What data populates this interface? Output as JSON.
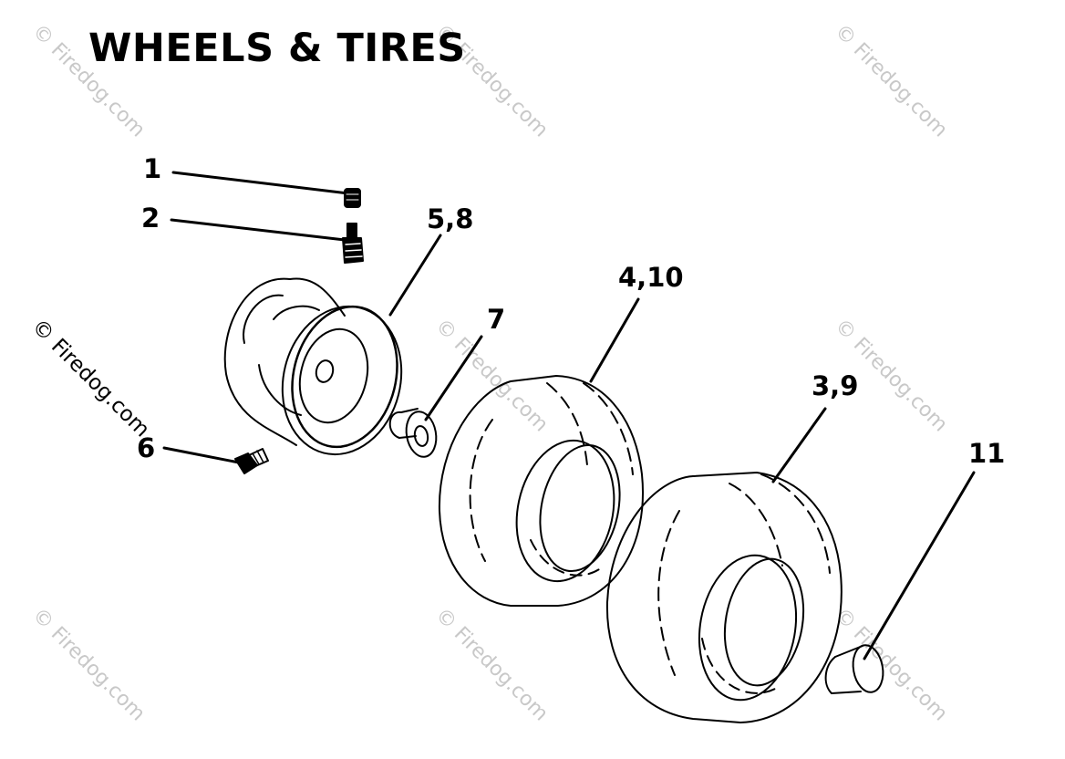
{
  "title": "WHEELS & TIRES",
  "callouts": {
    "c1": "1",
    "c2": "2",
    "c58": "5,8",
    "c410": "4,10",
    "c7": "7",
    "c39": "3,9",
    "c6": "6",
    "c11": "11"
  },
  "watermark": "© Firedog.com",
  "colors": {
    "ink": "#000000",
    "watermark": "#c8c8c8"
  }
}
